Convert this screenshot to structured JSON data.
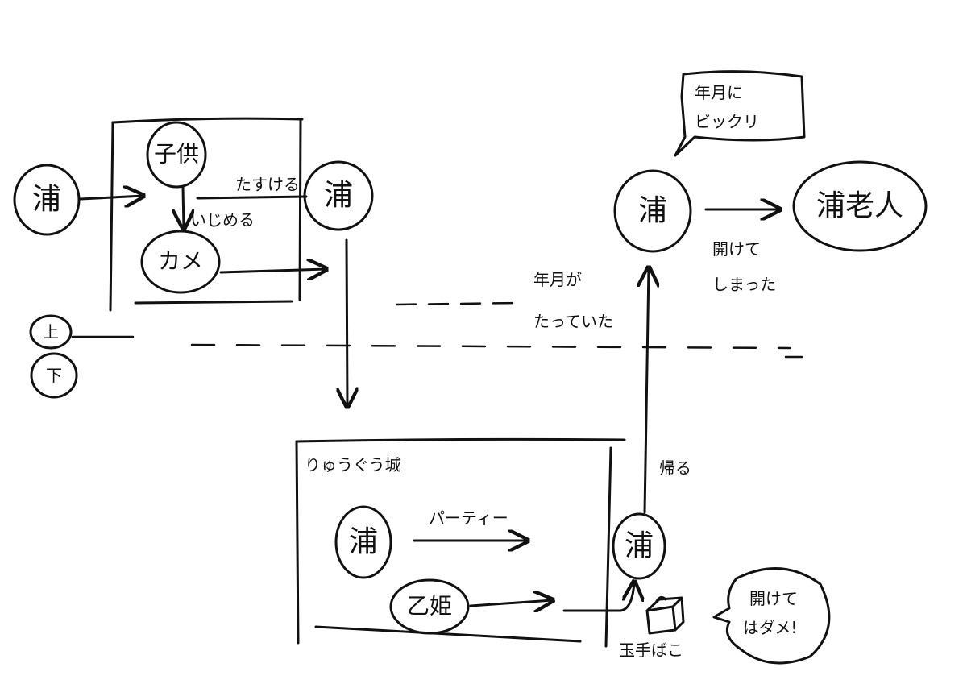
{
  "nodes": {
    "urashima_start": "浦",
    "child": "子供",
    "turtle": "カメ",
    "urashima_saves": "浦",
    "urashima_ryugu": "浦",
    "otohime": "乙姫",
    "urashima_return": "浦",
    "urashima_shore": "浦",
    "old_man": "浦老人",
    "above": "上",
    "below": "下"
  },
  "labels": {
    "bully": "いじめる",
    "help": "たすける",
    "ryugu_castle": "りゅうぐう城",
    "party": "パーティー",
    "years_passed_line1": "年月が",
    "years_passed_line2": "たっていた",
    "return_home": "帰る",
    "gift": "玉手ばこ",
    "opened_line1": "開けて",
    "opened_line2": "しまった",
    "surprise_line1": "年月に",
    "surprise_line2": "ビックリ",
    "dont_open_line1": "開けて",
    "dont_open_line2": "はダメ!"
  }
}
